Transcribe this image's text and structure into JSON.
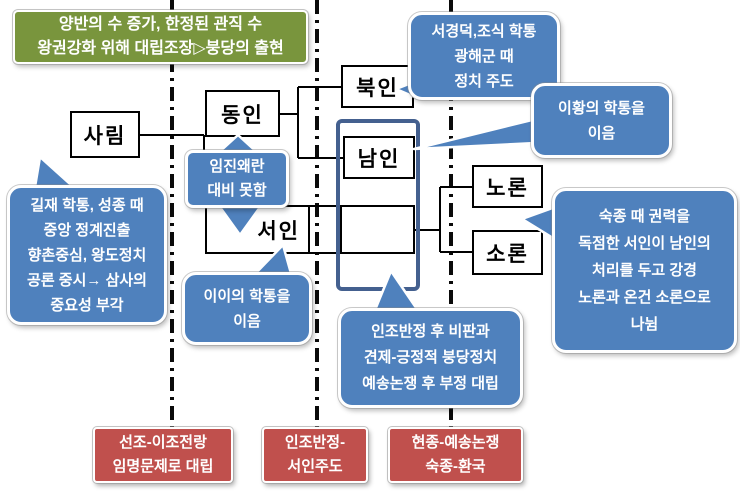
{
  "colors": {
    "bubble_blue": "#4F81BD",
    "note_green": "#79953D",
    "period_red": "#C0504D",
    "highlight_border": "#44608F",
    "connector_black": "#000000"
  },
  "nodes": {
    "sarim": "사림",
    "dongin": "동인",
    "seoin": "서인",
    "bukin": "북인",
    "namin": "남인",
    "noron": "노론",
    "soron": "소론"
  },
  "green_note": {
    "line1": "양반의 수 증가, 한정된 관직 수",
    "line2": "왕권강화 위해 대립조장▷붕당의 출현"
  },
  "bubbles": {
    "gilje": {
      "lines": [
        "길재 학통, 성종 때",
        "중앙 정계진출",
        "향촌중심, 왕도정치",
        "공론 중시→ 삼사의",
        "중요성 부각"
      ]
    },
    "imjin": {
      "lines": [
        "임진왜란",
        "대비 못함"
      ]
    },
    "ii": {
      "lines": [
        "이이의 학통을",
        "이음"
      ]
    },
    "seogyeongdeok": {
      "lines": [
        "서경덕,조식 학통",
        "광해군 때",
        "정치 주도"
      ]
    },
    "ihwang": {
      "lines": [
        "이황의 학통을",
        "이음"
      ]
    },
    "sukjong": {
      "lines": [
        "숙종 때 권력을",
        "독점한 서인이 남인의",
        "처리를 두고 강경",
        "노론과 온건 소론으로",
        "나뉨"
      ]
    },
    "injo": {
      "lines": [
        "인조반정 후 비판과",
        "견제-긍정적 붕당정치",
        "예송논쟁 후 부정 대립"
      ]
    }
  },
  "timeline": {
    "seonjo": {
      "lines": [
        "선조-이조전랑",
        "임명문제로 대립"
      ]
    },
    "injobanjeong": {
      "lines": [
        "인조반정-",
        "서인주도"
      ]
    },
    "hyeonjong": {
      "lines": [
        "현종-예송논쟁",
        "숙종-환국"
      ]
    }
  }
}
